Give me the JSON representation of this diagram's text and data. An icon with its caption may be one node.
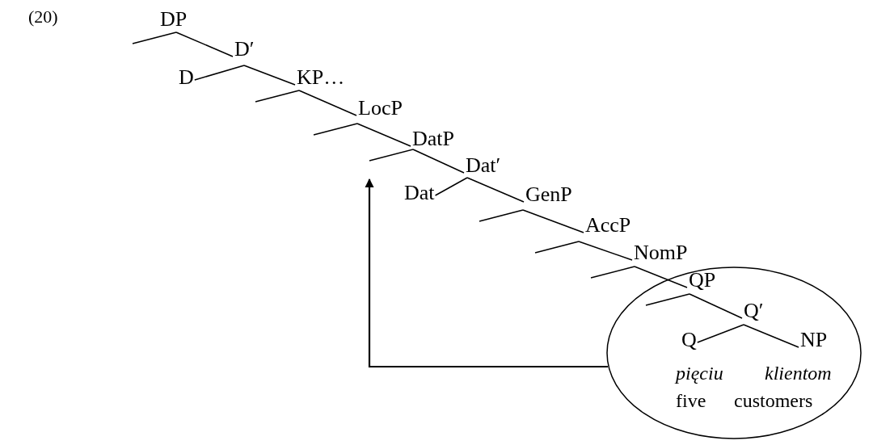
{
  "diagram": {
    "nodes": [
      {
        "text": [
          "DP"
        ]
      },
      {
        "text": [
          "D′"
        ]
      },
      {
        "text": [
          "D"
        ]
      },
      {
        "text": [
          "KP…"
        ]
      },
      {
        "text": [
          "LocP"
        ]
      },
      {
        "text": [
          "DatP"
        ]
      },
      {
        "text": [
          "Dat′"
        ]
      },
      {
        "text": [
          "Dat"
        ]
      },
      {
        "text": [
          "GenP"
        ]
      },
      {
        "text": [
          "AccP"
        ]
      },
      {
        "text": [
          "NomP"
        ]
      },
      {
        "text": [],
        "shape": "ellipse"
      },
      {
        "text": [
          "QP"
        ],
        "in": 11
      },
      {
        "text": [
          "Q′"
        ],
        "in": 11
      },
      {
        "text": [
          "Q"
        ],
        "in": 11,
        "beside": [
          "pięciu",
          "five"
        ]
      },
      {
        "text": [
          "NP"
        ],
        "in": 11,
        "beside": [
          "klientom",
          "customers"
        ]
      }
    ],
    "edges": [
      {
        "from": 0,
        "to": null,
        "arrow": "none"
      },
      {
        "from": 0,
        "to": 1,
        "arrow": "none"
      },
      {
        "from": 1,
        "to": 2,
        "arrow": "none"
      },
      {
        "from": 1,
        "to": 3,
        "arrow": "none"
      },
      {
        "from": 3,
        "to": null,
        "arrow": "none"
      },
      {
        "from": 3,
        "to": 4,
        "arrow": "none"
      },
      {
        "from": 4,
        "to": null,
        "arrow": "none"
      },
      {
        "from": 4,
        "to": 5,
        "arrow": "none"
      },
      {
        "from": 5,
        "to": null,
        "arrow": "none"
      },
      {
        "from": 5,
        "to": 6,
        "arrow": "none"
      },
      {
        "from": 6,
        "to": 7,
        "arrow": "none"
      },
      {
        "from": 6,
        "to": 8,
        "arrow": "none"
      },
      {
        "from": 8,
        "to": null,
        "arrow": "none"
      },
      {
        "from": 8,
        "to": 9,
        "arrow": "none"
      },
      {
        "from": 9,
        "to": null,
        "arrow": "none"
      },
      {
        "from": 9,
        "to": 10,
        "arrow": "none"
      },
      {
        "from": 10,
        "to": null,
        "arrow": "none"
      },
      {
        "from": 10,
        "to": 12,
        "arrow": "none"
      },
      {
        "from": 12,
        "to": null,
        "arrow": "none"
      },
      {
        "from": 12,
        "to": 13,
        "arrow": "none"
      },
      {
        "from": 13,
        "to": 14,
        "arrow": "none"
      },
      {
        "from": 13,
        "to": 15,
        "arrow": "none"
      },
      {
        "from": 11,
        "to": null,
        "arrow": "to"
      }
    ],
    "labels": [
      "(20)"
    ]
  }
}
